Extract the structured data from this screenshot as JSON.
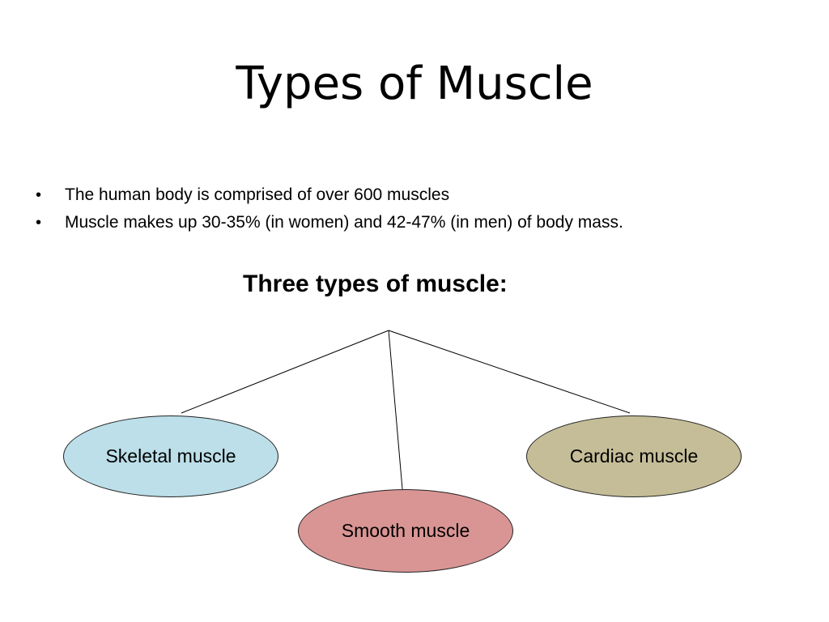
{
  "slide": {
    "title": "Types of Muscle",
    "bullets": [
      "The human body is comprised of over 600 muscles",
      "Muscle makes up 30-35% (in women) and 42-47% (in men) of body mass."
    ],
    "bullet_glyph": "•",
    "subtitle": "Three types of muscle:"
  },
  "diagram": {
    "nodes": [
      {
        "label": "Skeletal muscle",
        "color": "#bcdfe9"
      },
      {
        "label": "Smooth muscle",
        "color": "#d99594"
      },
      {
        "label": "Cardiac muscle",
        "color": "#c4bd97"
      }
    ],
    "line_color": "#000000"
  }
}
